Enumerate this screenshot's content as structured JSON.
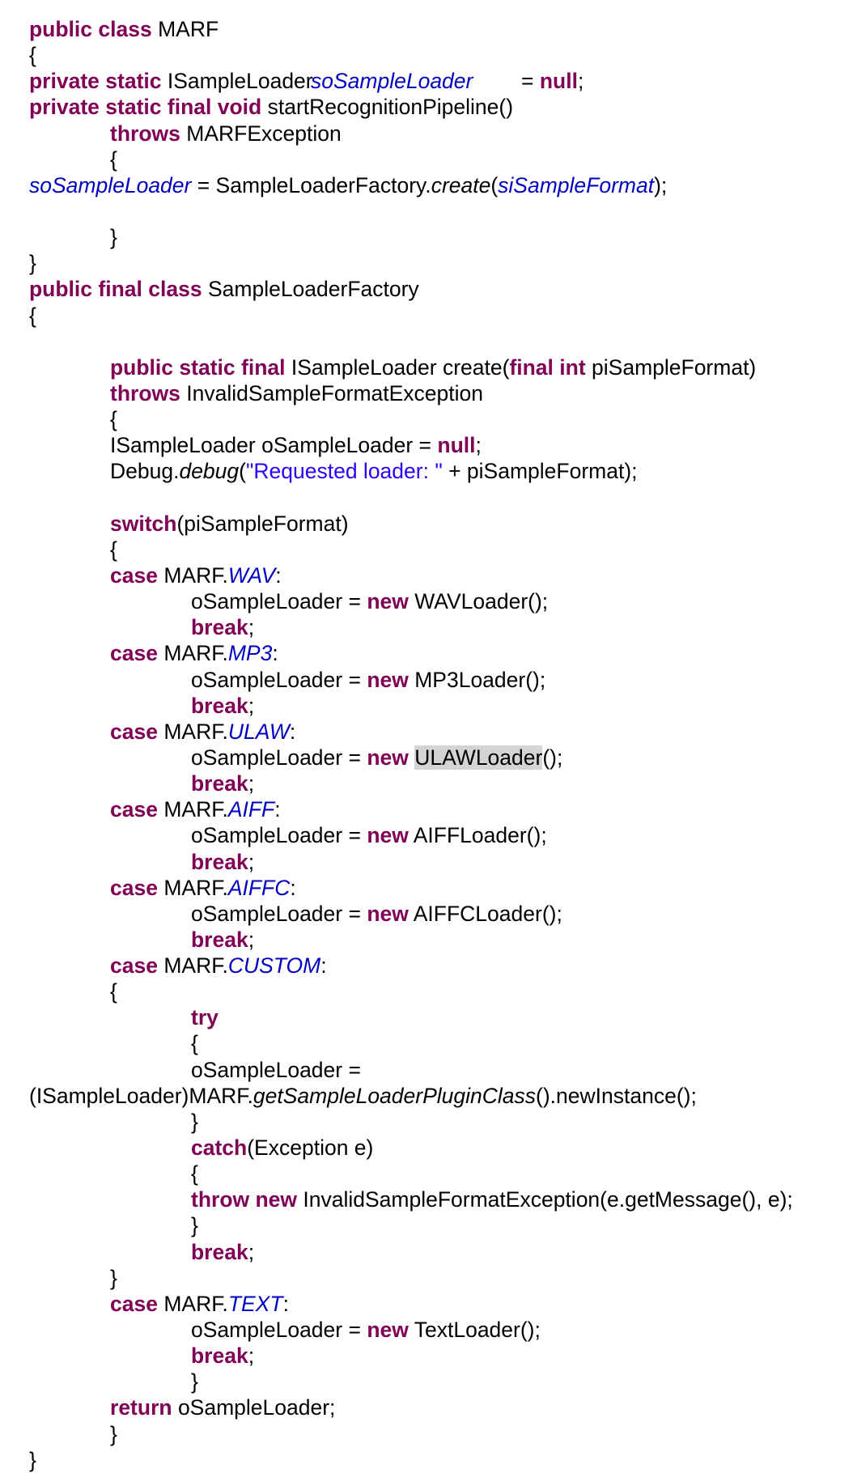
{
  "kw": {
    "public": "public",
    "private": "private",
    "static": "static",
    "final": "final",
    "class": "class",
    "void": "void",
    "throws": "throws",
    "null": "null",
    "int": "int",
    "switch": "switch",
    "case": "case",
    "new": "new",
    "break": "break",
    "try": "try",
    "catch": "catch",
    "throw": "throw",
    "return": "return"
  },
  "sym": {
    "open_brace": "{",
    "close_brace": "}",
    "semicolon": ";",
    "colon": ":",
    "eq_null_lead": "= ",
    "space": " "
  },
  "text": {
    "marf": "MARF",
    "marf_dot": "MARF.",
    "isampleloader": "ISampleLoader",
    "so_sample_loader": "soSampleLoader",
    "start_pipeline": "startRecognitionPipeline()",
    "marf_exception": "MARFException",
    "assign_eq": " = SampleLoaderFactory.",
    "create_method": "create",
    "paren_open": "(",
    "si_sample_format": "siSampleFormat",
    "close_stmt": ");",
    "factory_name": "SampleLoaderFactory",
    "create_sig_mid": " ISampleLoader create(",
    "pi_param": " piSampleFormat)",
    "invalid_format_exception": "InvalidSampleFormatException",
    "local_decl": "ISampleLoader oSampleLoader = ",
    "debug_obj": "Debug.",
    "debug_method": "debug",
    "debug_string": "\"Requested loader: \"",
    "debug_tail": " + piSampleFormat);",
    "switch_arg": "(piSampleFormat)",
    "assign_new_lead": "oSampleLoader = ",
    "wav": "WAV",
    "wav_ctor": " WAVLoader();",
    "mp3": "MP3",
    "mp3_ctor": " MP3Loader();",
    "ulaw": "ULAW",
    "ulaw_class": "ULAWLoader",
    "ctor_call_close": "();",
    "aiff": "AIFF",
    "aiff_ctor": " AIFFLoader();",
    "aiffc": "AIFFC",
    "aiffc_ctor": " AIFFCLoader();",
    "custom": "CUSTOM",
    "assign_continued": "oSampleLoader =",
    "cast_prefix": "(ISampleLoader)MARF.",
    "plugin_method": "getSampleLoaderPluginClass",
    "plugin_tail": "().newInstance();",
    "catch_arg": "(Exception e)",
    "throw_tail": " InvalidSampleFormatException(e.getMessage(), e);",
    "text_const": "TEXT",
    "text_ctor": " TextLoader();",
    "return_tail": " oSampleLoader;"
  }
}
